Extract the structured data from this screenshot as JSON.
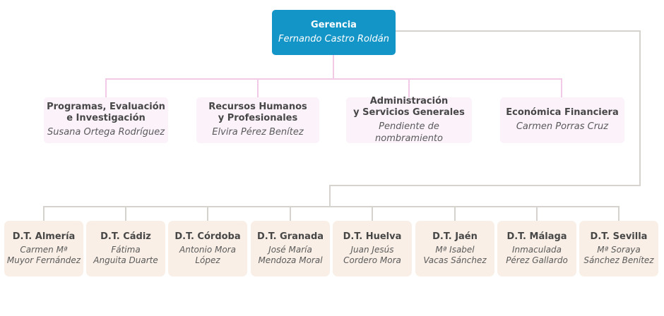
{
  "chart": {
    "root": {
      "title": "Gerencia",
      "person": "Fernando Castro Roldán"
    },
    "level2": [
      {
        "title": "Programas, Evaluación\ne Investigación",
        "person": "Susana Ortega Rodríguez"
      },
      {
        "title": "Recursos Humanos\ny Profesionales",
        "person": "Elvira Pérez Benítez"
      },
      {
        "title": "Administración\ny Servicios Generales",
        "person": "Pendiente de nombramiento"
      },
      {
        "title": "Económica Financiera",
        "person": "Carmen Porras Cruz"
      }
    ],
    "level3": [
      {
        "title": "D.T. Almería",
        "person": "Carmen Mª\nMuyor Fernández"
      },
      {
        "title": "D.T. Cádiz",
        "person": "Fátima\nAnguita Duarte"
      },
      {
        "title": "D.T. Córdoba",
        "person": "Antonio Mora\nLópez"
      },
      {
        "title": "D.T. Granada",
        "person": "José María\nMendoza Moral"
      },
      {
        "title": "D.T. Huelva",
        "person": "Juan Jesús\nCordero Mora"
      },
      {
        "title": "D.T. Jaén",
        "person": "Mª Isabel\nVacas Sánchez"
      },
      {
        "title": "D.T. Málaga",
        "person": "Inmaculada\nPérez Gallardo"
      },
      {
        "title": "D.T. Sevilla",
        "person": "Mª Soraya\nSánchez Benítez"
      }
    ],
    "colors": {
      "root_bg": "#1495c7",
      "level2_bg": "#fbf2fa",
      "level3_bg": "#f9efe6",
      "pink_line": "#f2c9e6",
      "gray_line": "#d6d2cd"
    }
  }
}
